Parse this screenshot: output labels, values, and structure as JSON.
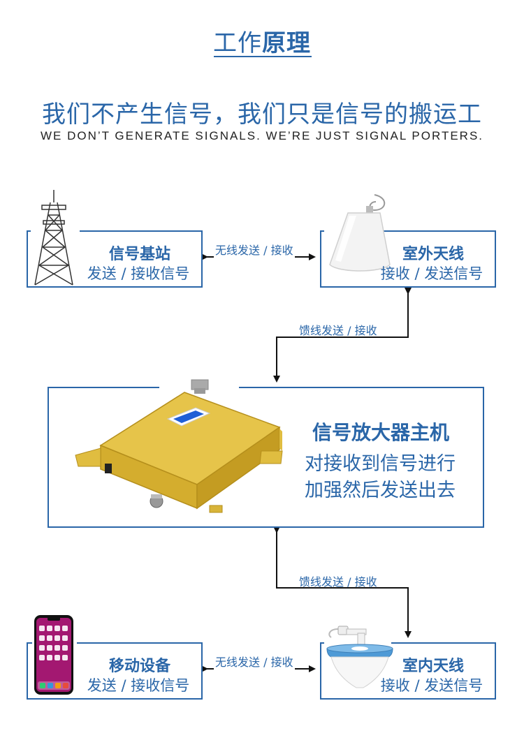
{
  "title": {
    "prefix": "工作",
    "emphasis": "原理"
  },
  "tagline": {
    "cn": "我们不产生信号，我们只是信号的搬运工",
    "en": "WE DON’T GENERATE SIGNALS. WE’RE JUST SIGNAL PORTERS."
  },
  "nodes": {
    "base_station": {
      "title": "信号基站",
      "subtitle": "发送 / 接收信号"
    },
    "outdoor_antenna": {
      "title": "室外天线",
      "subtitle": "接收 / 发送信号"
    },
    "amplifier": {
      "title": "信号放大器主机",
      "line1": "对接收到信号进行",
      "line2": "加强然后发送出去"
    },
    "mobile_device": {
      "title": "移动设备",
      "subtitle": "发送 / 接收信号"
    },
    "indoor_antenna": {
      "title": "室内天线",
      "subtitle": "接收 / 发送信号"
    }
  },
  "edges": {
    "wireless_top": "无线发送 / 接收",
    "feeder_top": "馈线发送 / 接收",
    "feeder_bottom": "馈线发送 / 接收",
    "wireless_bottom": "无线发送 / 接收"
  },
  "colors": {
    "accent": "#2a66a8",
    "device_gold": "#d9b33a"
  }
}
